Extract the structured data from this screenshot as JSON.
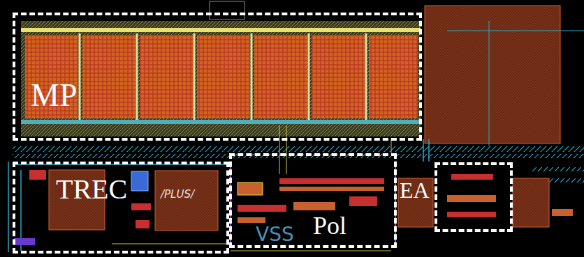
{
  "diagram": {
    "nodes": [
      {
        "text": [
          "MP"
        ]
      },
      {
        "text": [
          "TREC"
        ]
      },
      {
        "text": [
          "Pol"
        ]
      },
      {
        "text": [
          "EA"
        ]
      }
    ],
    "labels": [
      "/PLUS/",
      "VSS"
    ]
  }
}
